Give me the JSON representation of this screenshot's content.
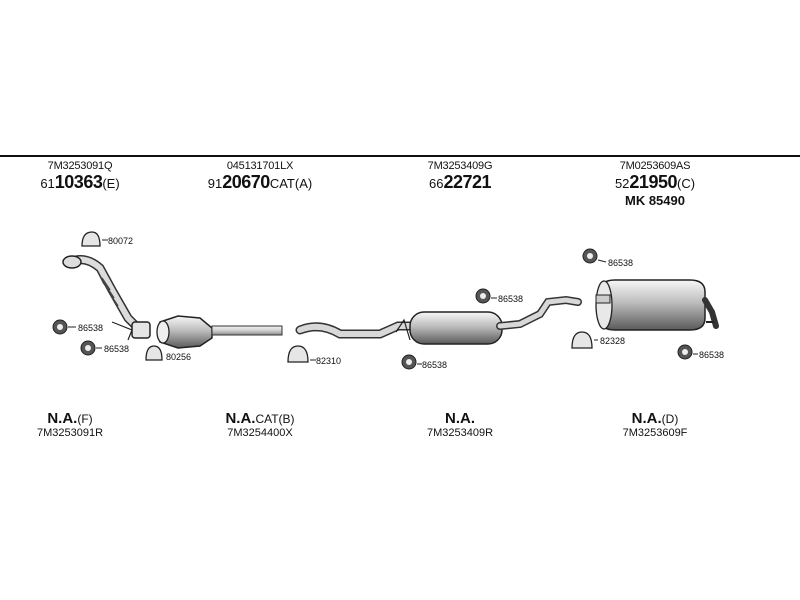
{
  "groups": [
    {
      "oem": "7M3253091Q",
      "part_prefix": "61",
      "part_main": "10363",
      "part_suffix": "(E)",
      "na_main": "N.A.",
      "na_suffix": "(F)",
      "ref": "7M3253091R"
    },
    {
      "oem": "045131701LX",
      "part_prefix": "91",
      "part_main": "20670",
      "part_suffix": "CAT(A)",
      "na_main": "N.A.",
      "na_suffix": "CAT(B)",
      "ref": "7M3254400X"
    },
    {
      "oem": "7M3253409G",
      "part_prefix": "66",
      "part_main": "22721",
      "part_suffix": "",
      "na_main": "N.A.",
      "na_suffix": "",
      "ref": "7M3253409R"
    },
    {
      "oem": "7M0253609AS",
      "part_prefix": "52",
      "part_main": "21950",
      "part_suffix": "(C)",
      "extra": "MK  85490",
      "na_main": "N.A.",
      "na_suffix": "(D)",
      "ref": "7M3253609F"
    }
  ],
  "callouts": {
    "c80072": "80072",
    "c86538a": "86538",
    "c86538b": "86538",
    "c80256": "80256",
    "c82310": "82310",
    "c86538c": "86538",
    "c86538d": "86538",
    "c86538e": "86538",
    "c82328": "82328",
    "c86538f": "86538"
  }
}
